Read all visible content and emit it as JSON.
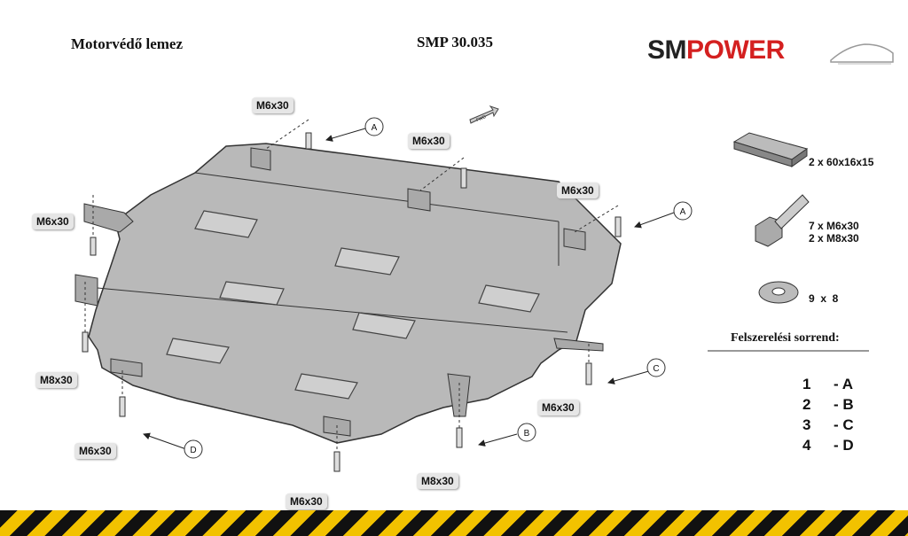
{
  "header": {
    "title": "Motorvédő lemez",
    "code": "SMP",
    "code_number": "30.035",
    "logo_sm": "SM",
    "logo_power": "POWER"
  },
  "callouts": {
    "top_left": "M6x30",
    "top_center": "M6x30",
    "top_right": "M6x30",
    "left": "M6x30",
    "left_lower": "M8x30",
    "bottom_left": "M6x30",
    "bottom_center": "M6x30",
    "bottom_right": "M8x30",
    "right": "M6x30"
  },
  "circles": {
    "a1": "A",
    "a2": "A",
    "b": "B",
    "c": "C",
    "d": "D"
  },
  "arrow_label": "FWD",
  "parts": {
    "plate": "2 x 60x16x15",
    "bolt_line1": "7 x M6x30",
    "bolt_line2": "2 x M8x30",
    "washer": "9  x  8"
  },
  "order": {
    "title": "Felszerelési sorrend:",
    "rows": [
      {
        "num": "1",
        "letter": "- A"
      },
      {
        "num": "2",
        "letter": "- B"
      },
      {
        "num": "3",
        "letter": "- C"
      },
      {
        "num": "4",
        "letter": "- D"
      }
    ]
  },
  "colors": {
    "plate_fill": "#b9b9b9",
    "logo_sm": "#222222",
    "logo_power": "#d42020",
    "hazard_yellow": "#f2c200"
  }
}
